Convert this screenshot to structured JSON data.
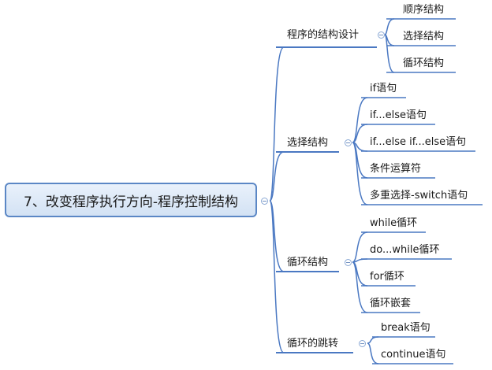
{
  "root": "7、改变程序执行方向-程序控制结构",
  "branches": [
    {
      "label": "程序的结构设计",
      "children": [
        "顺序结构",
        "选择结构",
        "循环结构"
      ]
    },
    {
      "label": "选择结构",
      "children": [
        "if语句",
        "if...else语句",
        "if...else if...else语句",
        "条件运算符",
        "多重选择-switch语句"
      ]
    },
    {
      "label": "循环结构",
      "children": [
        "while循环",
        "do...while循环",
        "for循环",
        "循环嵌套"
      ]
    },
    {
      "label": "循环的跳转",
      "children": [
        "break语句",
        "continue语句"
      ]
    }
  ],
  "colors": {
    "line": "#4a78c2",
    "root_border": "#5b87c5",
    "root_fill": "#dbe7f6"
  }
}
